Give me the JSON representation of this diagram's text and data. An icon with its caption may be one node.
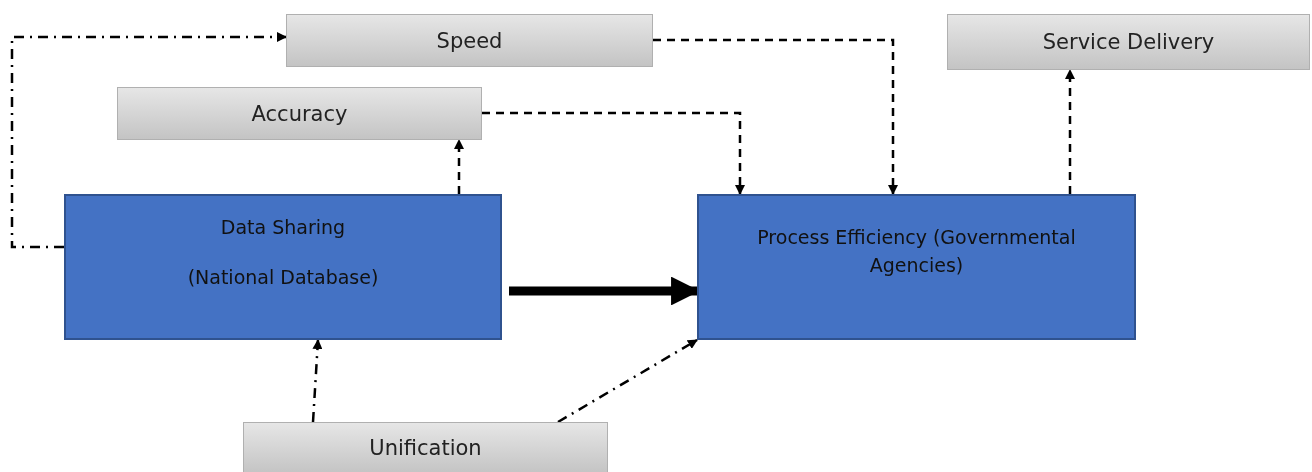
{
  "diagram": {
    "nodes": [
      {
        "text": [
          "Speed"
        ]
      },
      {
        "text": [
          "Service Delivery"
        ]
      },
      {
        "text": [
          "Accuracy"
        ]
      },
      {
        "text": [
          "Data Sharing",
          "(National Database)"
        ]
      },
      {
        "text": [
          "Process Efficiency (Governmental Agencies)"
        ]
      },
      {
        "text": [
          "Unification"
        ]
      }
    ],
    "edges": [
      {
        "from": 3,
        "to": 0,
        "arrow": "to",
        "style": "dashed"
      },
      {
        "from": 3,
        "to": 2,
        "arrow": "to",
        "style": "dashed"
      },
      {
        "from": 2,
        "to": 4,
        "arrow": "to",
        "style": "dashed"
      },
      {
        "from": 0,
        "to": 4,
        "arrow": "to",
        "style": "dashed"
      },
      {
        "from": 4,
        "to": 1,
        "arrow": "to",
        "style": "dashed"
      },
      {
        "from": 3,
        "to": 4,
        "arrow": "to",
        "style": "thick"
      },
      {
        "from": 5,
        "to": 3,
        "arrow": "to",
        "style": "dashed"
      },
      {
        "from": 5,
        "to": 4,
        "arrow": "to",
        "style": "dashed"
      }
    ]
  }
}
